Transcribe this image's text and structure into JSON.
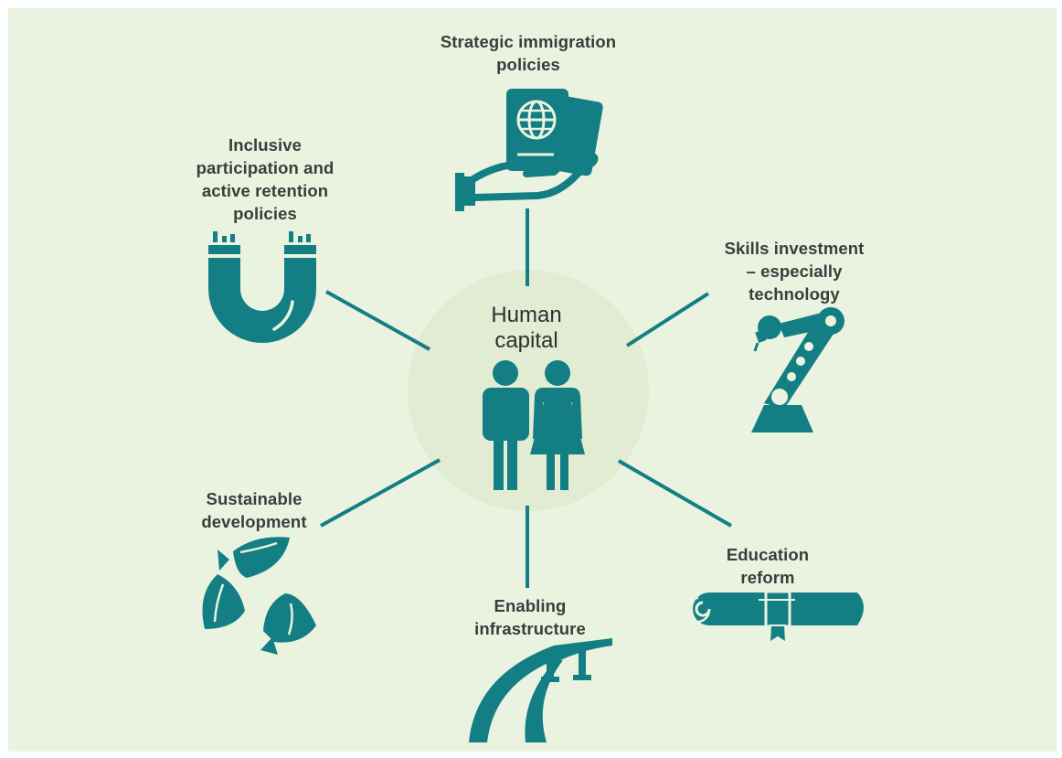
{
  "diagram": {
    "center": {
      "title_lines": [
        "Human",
        "capital"
      ],
      "icon": "man-woman-icon"
    },
    "nodes": [
      {
        "id": "immigration",
        "label_lines": [
          "Strategic immigration",
          "policies"
        ],
        "icon": "passport-in-hand-icon"
      },
      {
        "id": "retention",
        "label_lines": [
          "Inclusive",
          "participation and",
          "active retention",
          "policies"
        ],
        "icon": "magnet-icon"
      },
      {
        "id": "skills",
        "label_lines": [
          "Skills investment",
          "– especially",
          "technology"
        ],
        "icon": "robotic-arm-icon"
      },
      {
        "id": "sustainable",
        "label_lines": [
          "Sustainable",
          "development"
        ],
        "icon": "recycle-leaves-icon"
      },
      {
        "id": "education",
        "label_lines": [
          "Education",
          "reform"
        ],
        "icon": "diploma-scroll-icon"
      },
      {
        "id": "infrastructure",
        "label_lines": [
          "Enabling",
          "infrastructure"
        ],
        "icon": "road-bridge-icon"
      }
    ],
    "colors": {
      "background": "#eaf3e0",
      "accent": "#137f84",
      "hub_glow": "#e1ecd3",
      "text": "#3c3c3c"
    }
  }
}
